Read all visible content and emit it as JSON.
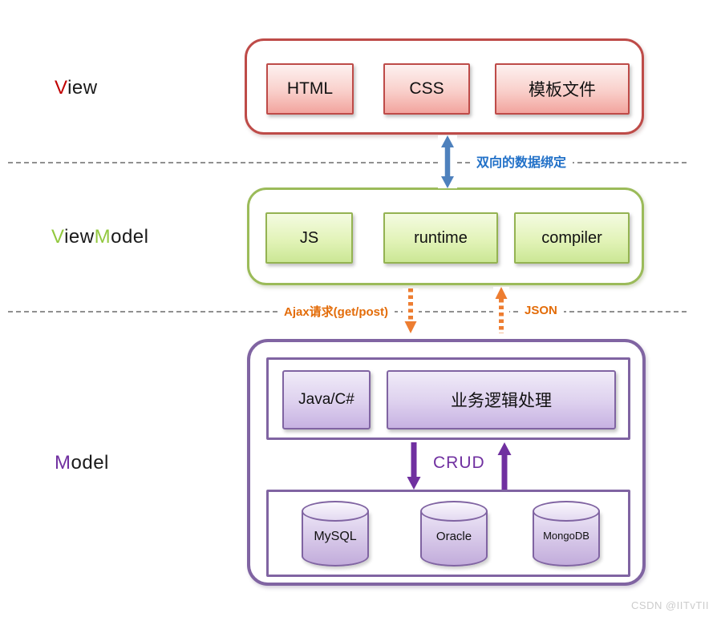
{
  "diagram": {
    "watermark": "CSDN @IITvTII",
    "view": {
      "label_accent": "V",
      "label_rest": "iew",
      "boxes": [
        "HTML",
        "CSS",
        "模板文件"
      ]
    },
    "viewmodel": {
      "label_v": "V",
      "label_iew": "iew",
      "label_m": "M",
      "label_odel": "odel",
      "boxes": [
        "JS",
        "runtime",
        "compiler"
      ]
    },
    "model": {
      "label_accent": "M",
      "label_rest": "odel",
      "logic_boxes": [
        "Java/C#",
        "业务逻辑处理"
      ],
      "crud_label": "CRUD",
      "databases": [
        "MySQL",
        "Oracle",
        "MongoDB"
      ]
    },
    "connections": {
      "two_way_binding": "双向的数据绑定",
      "ajax_request": "Ajax请求(get/post)",
      "json_response": "JSON"
    },
    "colors": {
      "view_border": "#BE4B48",
      "view_accent": "#C00000",
      "viewmodel_border": "#9BBB59",
      "viewmodel_accent": "#92C83E",
      "model_border": "#8064A2",
      "model_accent": "#7030A0",
      "binding_arrow_blue": "#4E81BD",
      "binding_text_blue": "#2271C8",
      "ajax_orange": "#E36C09",
      "arrow_orange": "#ED7D31",
      "crud_purple": "#7030A0",
      "dashed_line_gray": "#909090"
    }
  }
}
